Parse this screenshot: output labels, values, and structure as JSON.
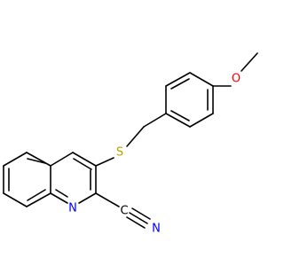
{
  "molecule": {
    "atoms": {
      "oxygen": {
        "label": "O",
        "color": "#ff0000"
      },
      "sulfur": {
        "label": "S",
        "color": "#b8a000"
      },
      "ring_nitrogen": {
        "label": "N",
        "color": "#0000ff"
      },
      "nitrile_carbon": {
        "label": "C",
        "color": "#000000"
      },
      "nitrile_nitrogen": {
        "label": "N",
        "color": "#0000ff"
      }
    },
    "bond_color": "#000000"
  }
}
